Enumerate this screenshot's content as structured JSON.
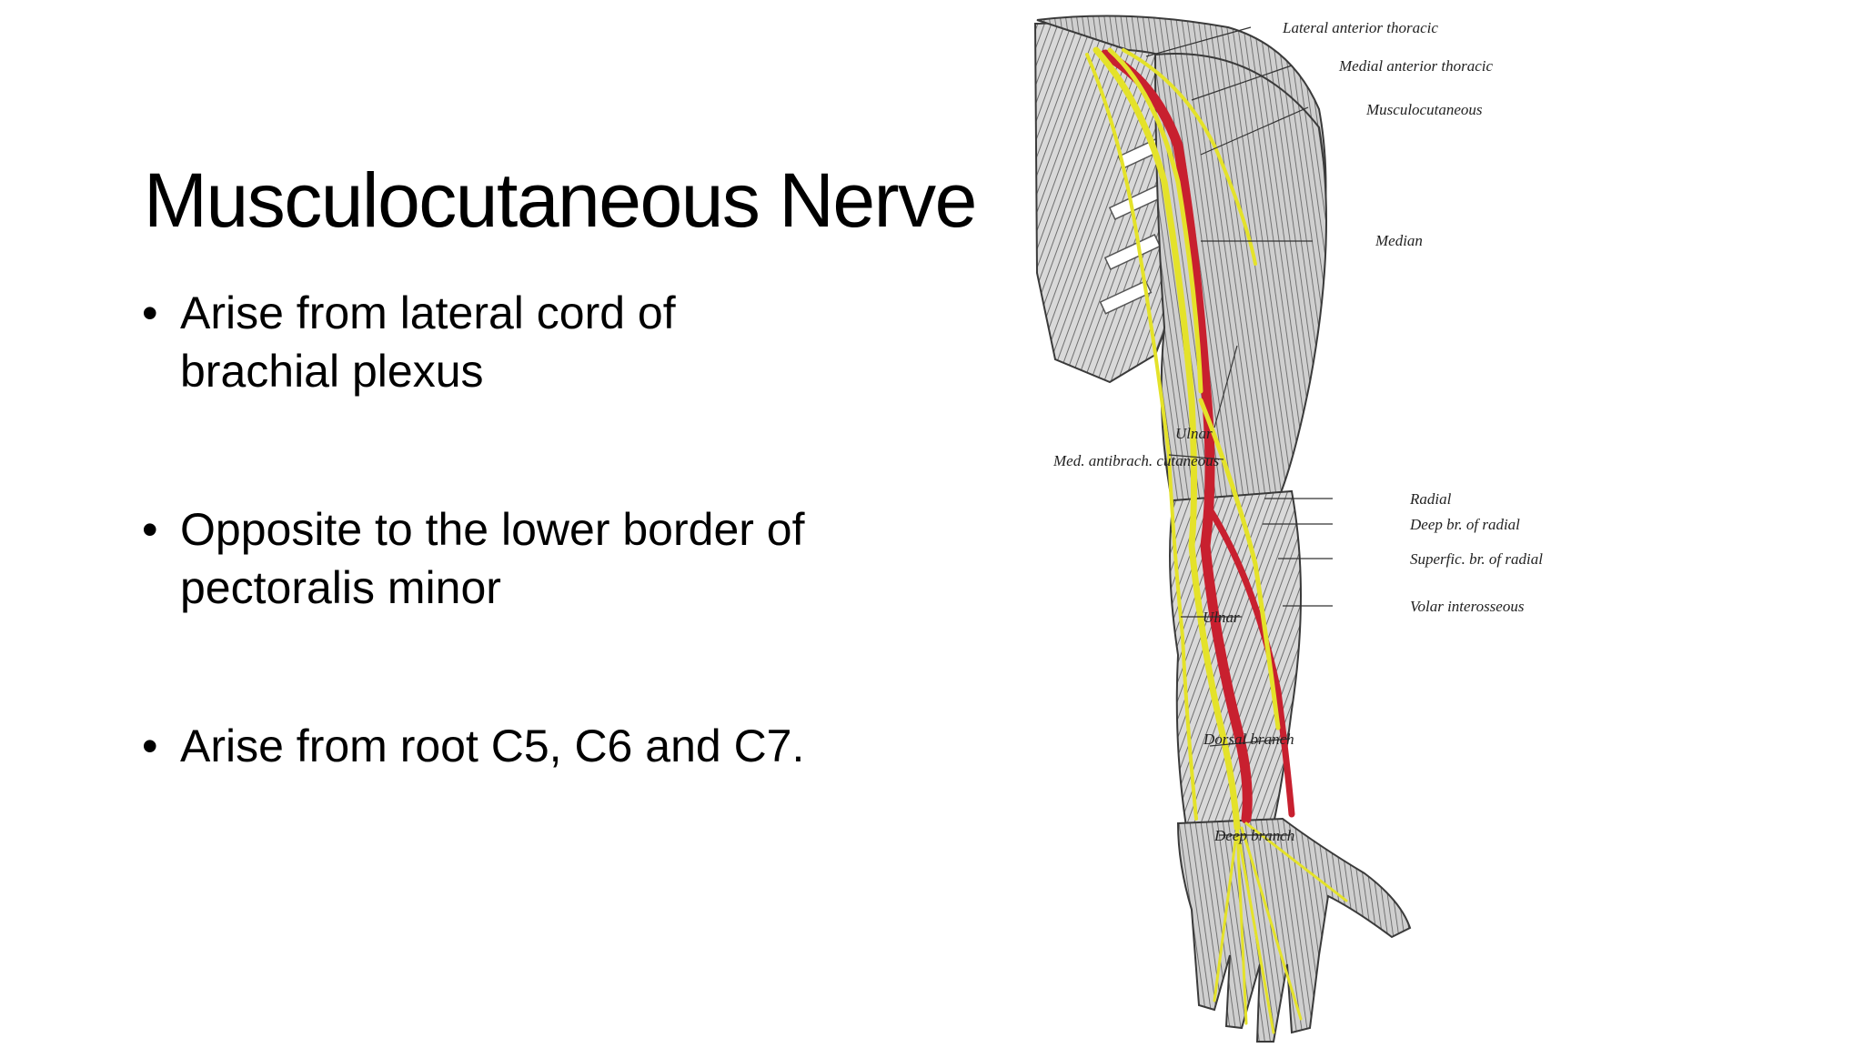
{
  "slide": {
    "title": "Musculocutaneous Nerve",
    "bullets": [
      {
        "line1": "Arise from lateral cord of",
        "line2": "brachial plexus"
      },
      {
        "line1": "Opposite to the lower border of",
        "line2": "pectoralis minor"
      },
      {
        "line1": "Arise from root C5, C6 and C7.",
        "line2": ""
      }
    ]
  },
  "figure": {
    "labels": {
      "lateral_anterior_thoracic": "Lateral anterior thoracic",
      "medial_anterior_thoracic": "Medial anterior thoracic",
      "musculocutaneous": "Musculocutaneous",
      "median": "Median",
      "ulnar_upper": "Ulnar",
      "med_antibrach_cutaneous": "Med. antibrach. cutaneous",
      "radial": "Radial",
      "deep_br_of_radial": "Deep br. of radial",
      "superfic_br_of_radial": "Superfic. br. of radial",
      "volar_interosseous": "Volar interosseous",
      "ulnar_lower": "Ulnar",
      "dorsal_branch": "Dorsal branch",
      "deep_branch": "Deep branch"
    },
    "colors": {
      "nerve": "#e4e22a",
      "artery": "#c8202f",
      "muscle": "#8a8a8a"
    }
  }
}
